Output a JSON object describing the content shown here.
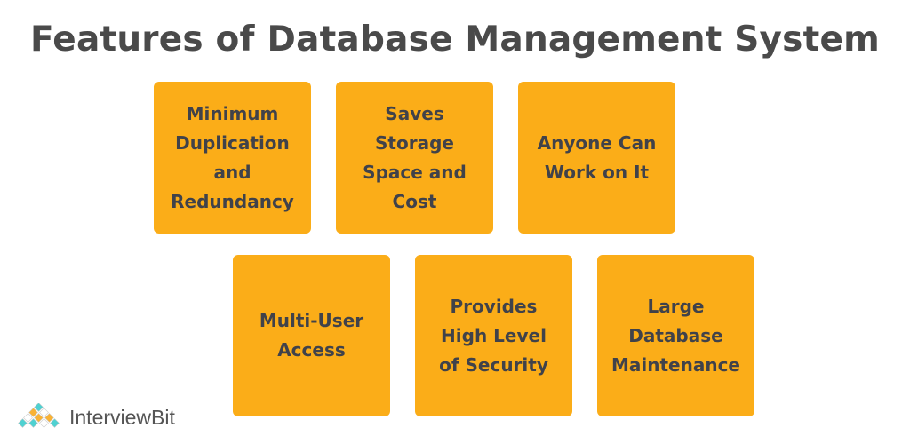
{
  "title": "Features of Database Management System",
  "features": [
    "Minimum\nDuplication\nand\nRedundancy",
    "Saves\nStorage\nSpace and\nCost",
    "Anyone Can\nWork on It",
    "Multi-User\nAccess",
    "Provides\nHigh Level\nof Security",
    "Large\nDatabase\nMaintenance"
  ],
  "logo": {
    "text": "InterviewBit"
  },
  "colors": {
    "box": "#fbad18",
    "text": "#40424a",
    "logo_teal": "#4fd1d1",
    "logo_orange": "#f9b234"
  }
}
